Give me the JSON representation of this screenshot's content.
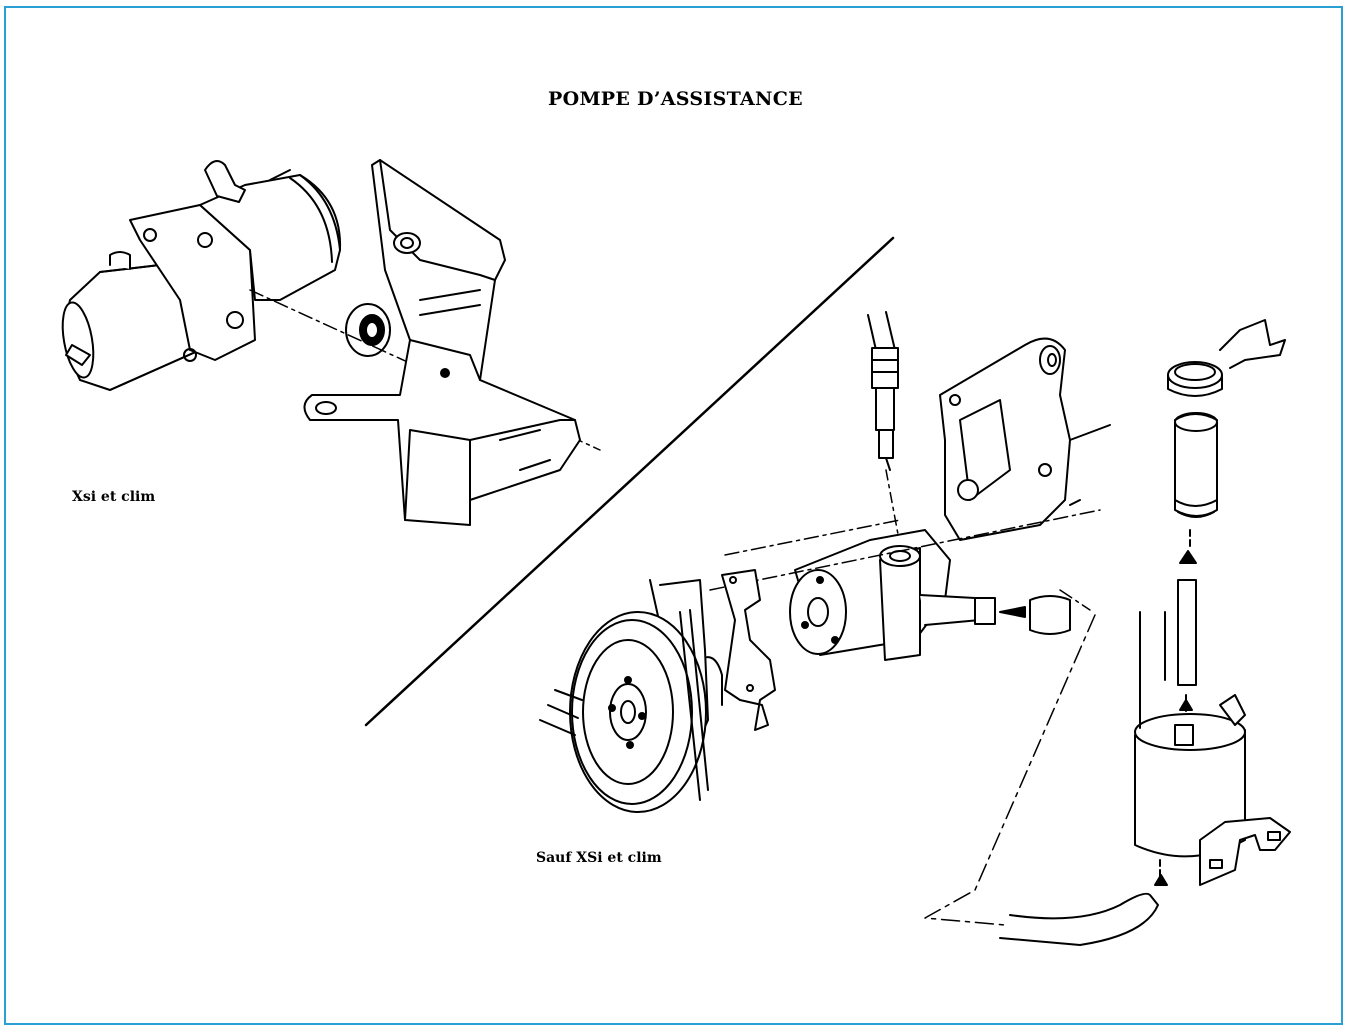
{
  "title": "POMPE D’ASSISTANCE",
  "captions": {
    "variant_a": "Xsi et clim",
    "variant_b": "Sauf XSi et clim"
  },
  "colors": {
    "frame": "#2a9fd4",
    "ink": "#000000"
  }
}
